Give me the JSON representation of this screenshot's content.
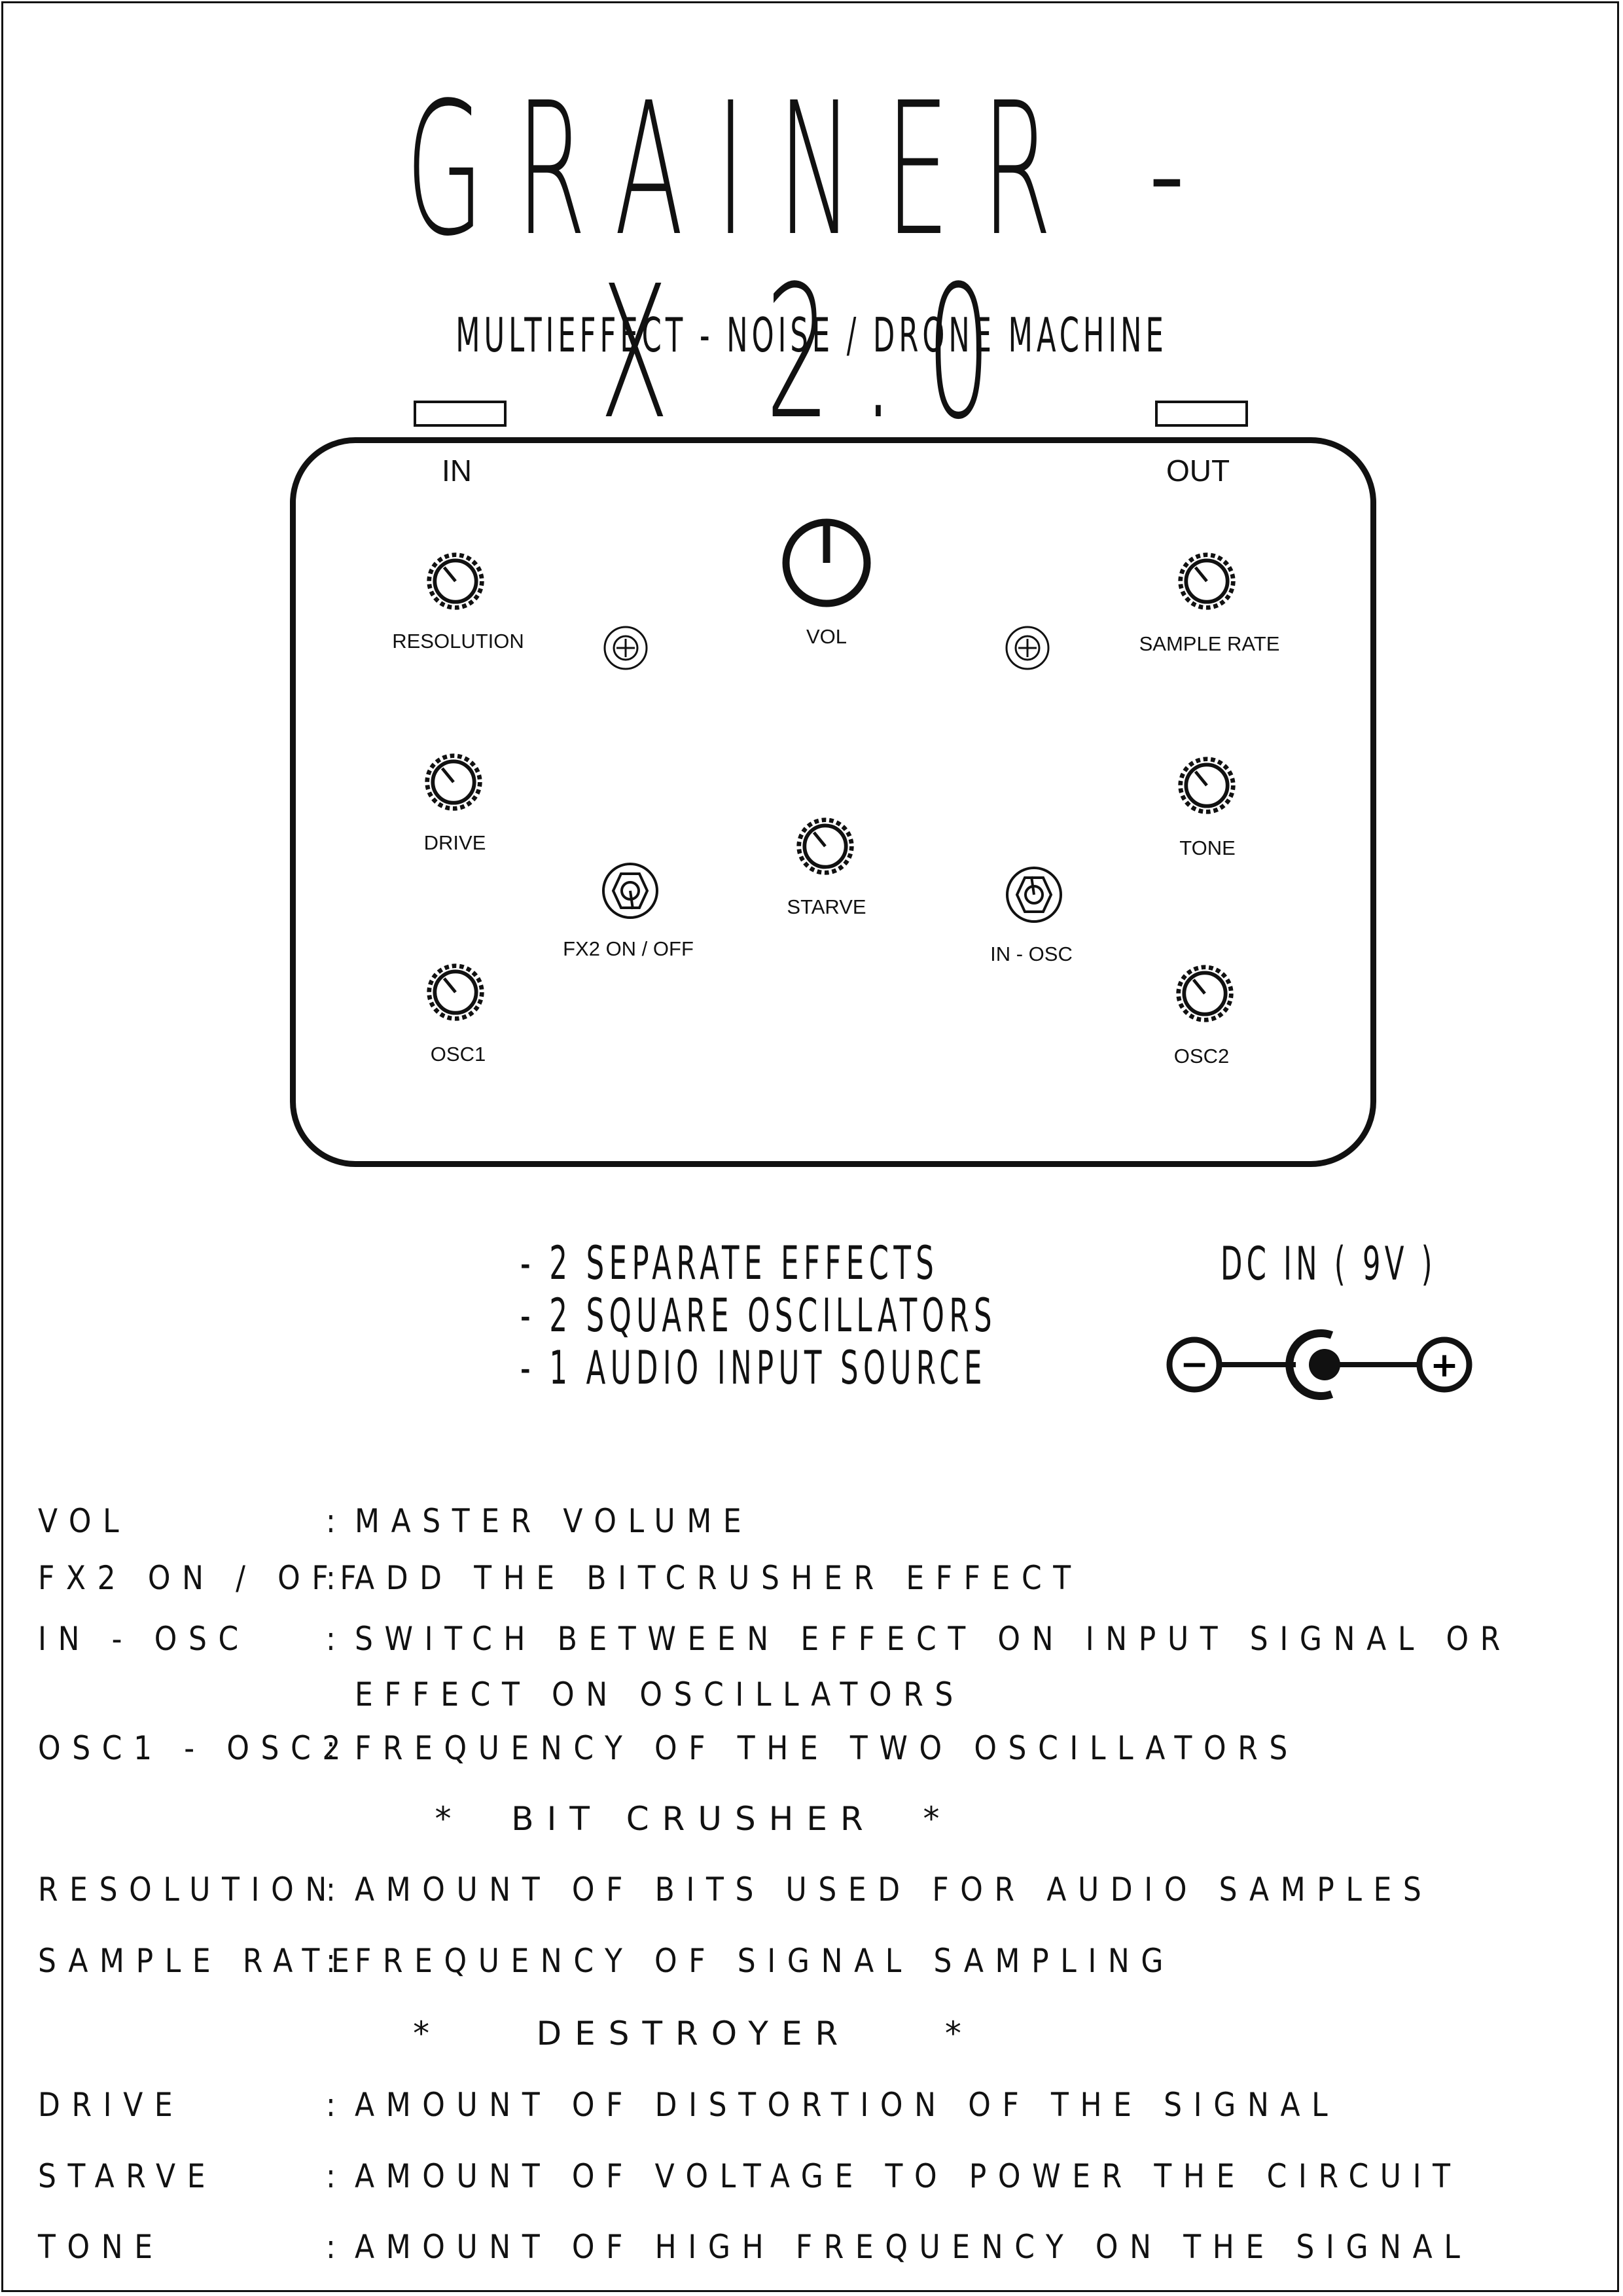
{
  "title": "GRAINER - X 2.0",
  "subtitle": "MULTIEFFECT - NOISE / DRONE MACHINE",
  "jacks": {
    "in": "IN",
    "out": "OUT"
  },
  "controls": {
    "resolution": "RESOLUTION",
    "vol": "VOL",
    "sample_rate": "SAMPLE RATE",
    "drive": "DRIVE",
    "tone": "TONE",
    "starve": "STARVE",
    "fx2": "FX2 ON / OFF",
    "in_osc": "IN - OSC",
    "osc1": "OSC1",
    "osc2": "OSC2"
  },
  "features": [
    "- 2 SEPARATE EFFECTS",
    "- 2 SQUARE OSCILLATORS",
    "- 1 AUDIO INPUT SOURCE"
  ],
  "dc_in": {
    "label": "DC IN ( 9V )",
    "minus": "−",
    "plus": "+"
  },
  "descriptions": [
    {
      "key": "VOL",
      "value": "MASTER VOLUME"
    },
    {
      "key": "FX2 ON / OFF",
      "value": "ADD THE BITCRUSHER EFFECT"
    },
    {
      "key": "IN - OSC",
      "value": "SWITCH BETWEEN EFFECT ON INPUT SIGNAL OR",
      "cont": "EFFECT ON OSCILLATORS"
    },
    {
      "key": "OSC1 - OSC2",
      "value": "FREQUENCY OF THE TWO OSCILLATORS"
    }
  ],
  "section_bitcrusher": "*  BIT CRUSHER  *",
  "bitcrusher": [
    {
      "key": "RESOLUTION",
      "value": "AMOUNT OF BITS USED FOR AUDIO SAMPLES"
    },
    {
      "key": "SAMPLE RATE",
      "value": "FREQUENCY OF SIGNAL SAMPLING"
    }
  ],
  "section_destroyer": "*    DESTROYER    *",
  "destroyer": [
    {
      "key": "DRIVE",
      "value": "AMOUNT OF DISTORTION OF THE SIGNAL"
    },
    {
      "key": "STARVE",
      "value": "AMOUNT OF VOLTAGE TO POWER THE CIRCUIT"
    },
    {
      "key": "TONE",
      "value": "AMOUNT OF HIGH FREQUENCY ON THE SIGNAL"
    }
  ],
  "separator": ":"
}
